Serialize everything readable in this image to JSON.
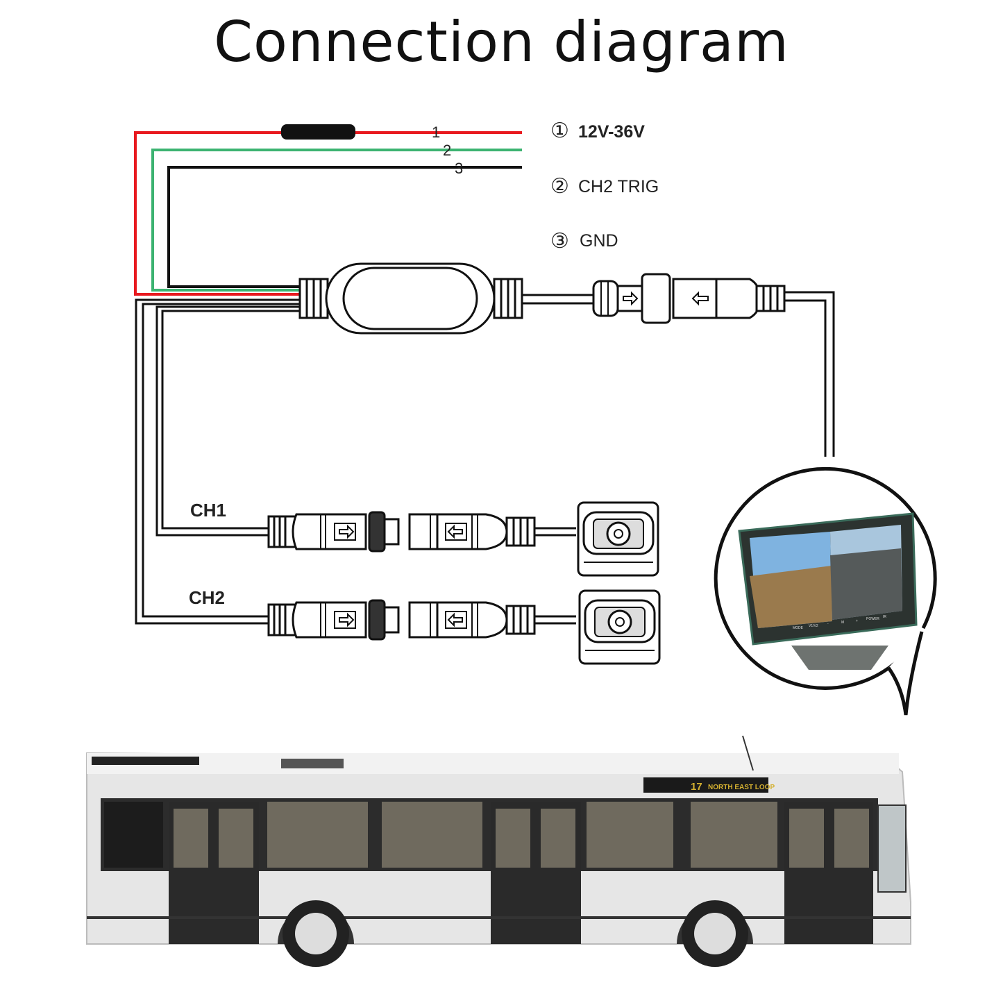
{
  "title": "Connection diagram",
  "wires": {
    "numbers": [
      "1",
      "2",
      "3"
    ],
    "colors": {
      "power": "#e8191f",
      "trigger": "#3cb371",
      "ground": "#111111"
    }
  },
  "legend": [
    {
      "marker": "①",
      "text": "12V-36V"
    },
    {
      "marker": "②",
      "text": "CH2 TRIG"
    },
    {
      "marker": "③",
      "text": "GND"
    }
  ],
  "channels": [
    "CH1",
    "CH2"
  ],
  "monitor": {
    "buttons": [
      "MODE",
      "V1/V2",
      "-",
      "M",
      "+",
      "POWER",
      "IR"
    ]
  },
  "bus": {
    "route_number": "17",
    "route_name": "NORTH EAST LOOP"
  }
}
